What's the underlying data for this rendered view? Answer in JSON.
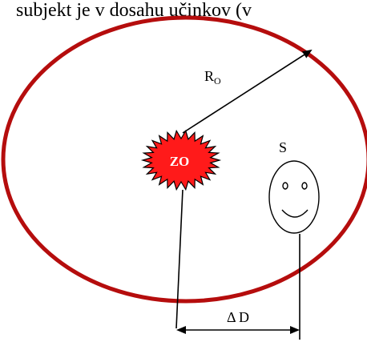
{
  "header_text": "subjekt je v dosahu učinkov (v",
  "labels": {
    "radius_main": "R",
    "radius_sub": "O",
    "source": "ZO",
    "subject": "S",
    "distance": "Δ D"
  },
  "colors": {
    "boundary": "#b50d0d",
    "source_fill": "#ff1a1a",
    "line": "#000000",
    "background": "#ffffff"
  }
}
